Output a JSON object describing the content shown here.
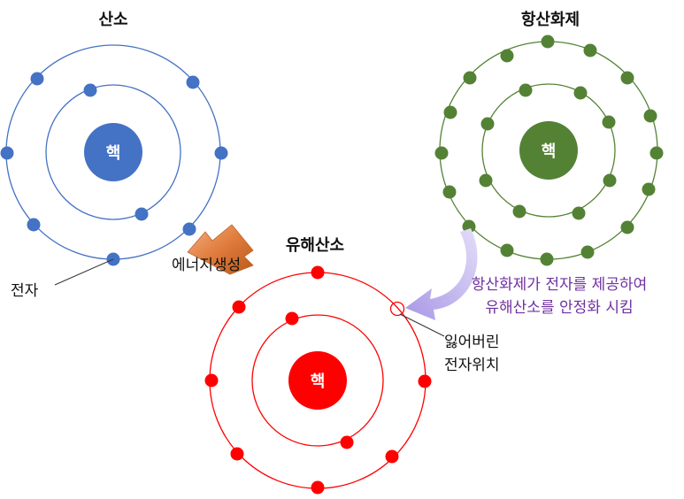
{
  "oxygen": {
    "title": "산소",
    "nucleus_label": "핵",
    "color": "#4472C4",
    "electron_label": "전자"
  },
  "antioxidant": {
    "title": "항산화제",
    "nucleus_label": "핵",
    "color": "#548235"
  },
  "free_radical": {
    "title": "유해산소",
    "nucleus_label": "핵",
    "color": "#FF0000",
    "lost_electron_label_line1": "잃어버린",
    "lost_electron_label_line2": "전자위치"
  },
  "energy_arrow": {
    "label": "에너지생성",
    "color": "#E07B3C"
  },
  "donation_arrow": {
    "label_line1": "항산화제가 전자를 제공하여",
    "label_line2": "유해산소를 안정화 시킴",
    "color": "#7030A0",
    "arrow_color": "#B4A7E8"
  }
}
